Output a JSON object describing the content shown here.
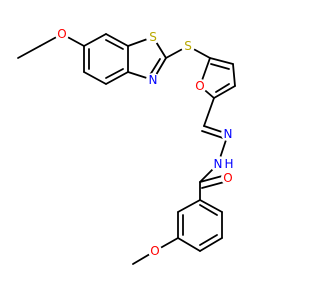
{
  "colors": {
    "background": "#ffffff",
    "bond": "#000000",
    "O": "#ff0000",
    "N": "#0000ff",
    "S": "#b8a800"
  },
  "atoms": {
    "o_ethoxy": "O",
    "s_thiazole": "S",
    "n_thiazole": "N",
    "s_thioether": "S",
    "o_furan": "O",
    "n_imine": "N",
    "n_hydrazide": "N",
    "h_hydrazide": "H",
    "o_carbonyl": "O",
    "o_methoxy": "O"
  }
}
